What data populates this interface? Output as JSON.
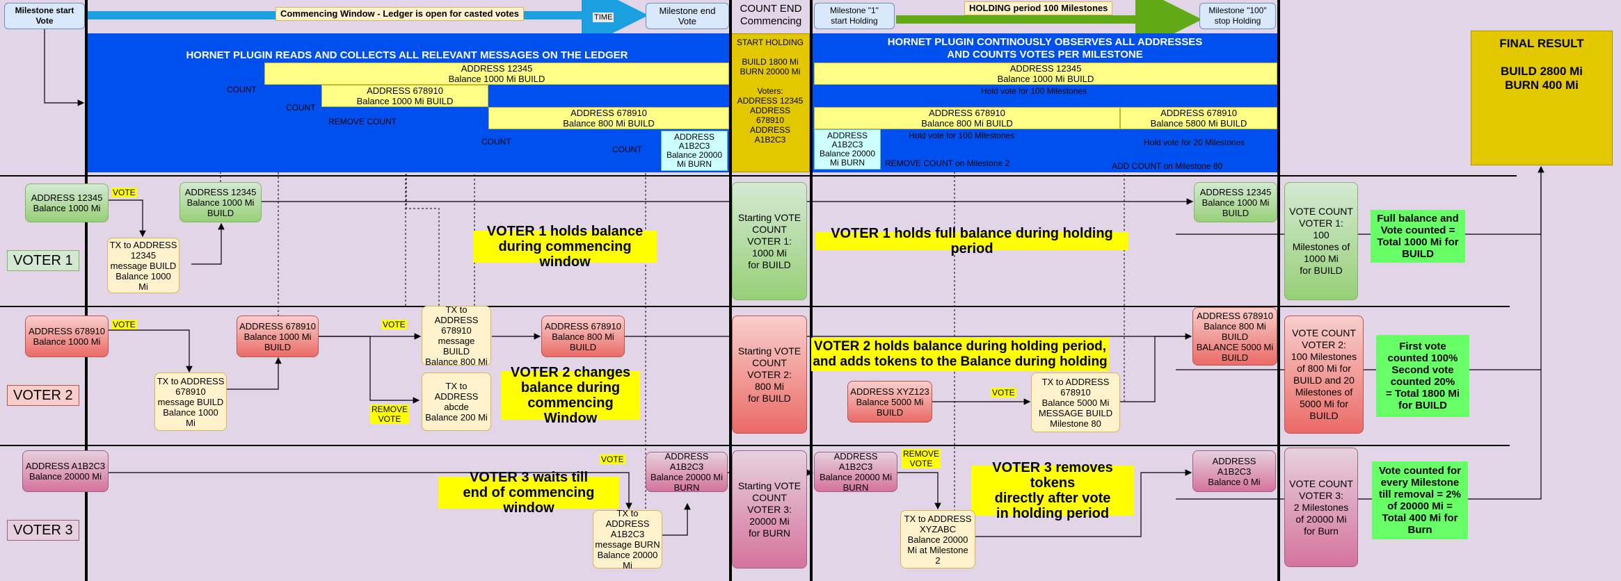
{
  "header": {
    "milestone_start": "Milestone start\nVote",
    "commencing_window": "Commencing Window - Ledger is open for casted votes",
    "time": "TIME",
    "milestone_end": "Milestone end\nVote",
    "count_end": "COUNT END\nCommencing",
    "milestone_1": "Milestone \"1\"\nstart Holding",
    "holding_period": "HOLDING period 100 Milestones",
    "milestone_100": "Milestone \"100\"\nstop Holding"
  },
  "ledger": {
    "title_left": "HORNET PLUGIN READS AND COLLECTS ALL RELEVANT MESSAGES ON THE LEDGER",
    "title_right": "HORNET PLUGIN CONTINOUSLY OBSERVES ALL ADDRESSES\nAND COUNTS VOTES PER MILESTONE",
    "start_holding": "START HOLDING\n\nBUILD 1800 Mi\nBURN 20000 Mi\n\nVoters:\nADDRESS 12345\nADDRESS\n678910\nADDRESS\nA1B2C3",
    "addr_12345": "ADDRESS 12345\nBalance 1000 Mi BUILD",
    "addr_678910_a": "ADDRESS 678910\nBalance 1000 Mi BUILD",
    "addr_678910_b": "ADDRESS 678910\nBalance 800 Mi BUILD",
    "addr_a1b2c3": "ADDRESS\nA1B2C3\nBalance 20000\nMi BURN",
    "count1": "COUNT",
    "count2": "COUNT",
    "remove_count": "REMOVE COUNT",
    "count3": "COUNT",
    "count4": "COUNT",
    "r_addr_12345": "ADDRESS 12345\nBalance 1000 Mi BUILD",
    "hold_100_a": "Hold vote for 100 Milestones",
    "r_addr_678910_a": "ADDRESS 678910\nBalance 800 Mi BUILD",
    "r_addr_678910_b": "ADDRESS 678910\nBalance 5800 Mi BUILD",
    "hold_100_b": "Hold vote for 100 Milestones",
    "hold_20": "Hold vote for 20 Milestones",
    "r_addr_a1b2c3": "ADDRESS\nA1B2C3\nBalance 20000\nMi BURN",
    "remove_count_m2": "REMOVE COUNT on Milestone 2",
    "add_count_m80": "ADD COUNT on Milestone 80"
  },
  "final": {
    "text": "FINAL RESULT\n\nBUILD 2800 Mi\nBURN 400 Mi"
  },
  "voter1": {
    "label": "VOTER 1",
    "addr": "ADDRESS 12345\nBalance 1000 Mi",
    "vote_tag": "VOTE",
    "tx": "TX to ADDRESS\n12345\nmessage BUILD\nBalance 1000\nMi",
    "addr2": "ADDRESS 12345\nBalance 1000 Mi\nBUILD",
    "note": "VOTER 1 holds balance\nduring commencing window",
    "start_count": "Starting VOTE\nCOUNT\nVOTER 1:\n1000 Mi\nfor BUILD",
    "holding_note": "VOTER 1 holds full balance during holding period",
    "addr_end": "ADDRESS 12345\nBalance 1000 Mi\nBUILD",
    "vote_count": "VOTE COUNT\nVOTER 1:\n100\nMilestones of\n1000 Mi\nfor BUILD",
    "result": "Full balance and\nVote counted =\nTotal 1000 Mi for\nBUILD"
  },
  "voter2": {
    "label": "VOTER 2",
    "addr": "ADDRESS 678910\nBalance 1000 Mi",
    "vote_tag": "VOTE",
    "tx": "TX to ADDRESS\n678910\nmessage BUILD\nBalance 1000\nMi",
    "addr2": "ADDRESS 678910\nBalance 1000 Mi\nBUILD",
    "vote_tag2": "VOTE",
    "remove_tag": "REMOVE\nVOTE",
    "tx2": "TX to ADDRESS\n678910\nmessage BUILD\nBalance 800 Mi",
    "tx3": "TX to ADDRESS\nabcde\nBalance 200 Mi",
    "addr3": "ADDRESS 678910\nBalance 800 Mi\nBUILD",
    "note": "VOTER 2 changes\nbalance during\ncommencing Window",
    "start_count": "Starting VOTE\nCOUNT\nVOTER 2:\n800 Mi\nfor BUILD",
    "holding_note": "VOTER 2 holds balance during holding period,\nand adds tokens to the Balance during holding",
    "xyz": "ADDRESS XYZ123\nBalance 5000 Mi\nBUILD",
    "vote_tag3": "VOTE",
    "tx4": "TX to ADDRESS\n678910\nBalance 5000 Mi\nMESSAGE BUILD\nMilestone 80",
    "addr_end": "ADDRESS 678910\nBalance 800 Mi\nBUILD\nBALANCE 5000 Mi\nBUILD",
    "vote_count": "VOTE COUNT\nVOTER 2:\n100 Milestones\nof 800 Mi for\nBUILD and 20\nMilestones of\n5000 Mi for\nBUILD",
    "result": "First vote\ncounted 100%\nSecond vote\ncounted 20%\n= Total 1800 Mi\nfor BUILD"
  },
  "voter3": {
    "label": "VOTER 3",
    "addr": "ADDRESS A1B2C3\nBalance 20000 Mi",
    "vote_tag": "VOTE",
    "note": "VOTER 3 waits till\nend of commencing window",
    "tx": "TX to ADDRESS\nA1B2C3\nmessage BURN\nBalance 20000\nMi",
    "addr2": "ADDRESS A1B2C3\nBalance 20000 Mi\nBURN",
    "start_count": "Starting VOTE\nCOUNT\nVOTER 3:\n20000 Mi\nfor BURN",
    "addr3": "ADDRESS A1B2C3\nBalance 20000 Mi\nBURN",
    "remove_tag": "REMOVE\nVOTE",
    "holding_note": "VOTER 3 removes tokens\ndirectly after vote\nin holding period",
    "tx2": "TX to ADDRESS\nXYZABC\nBalance 20000\nMi at Milestone\n2",
    "addr_end": "ADDRESS A1B2C3\nBalance 0 Mi",
    "vote_count": "VOTE COUNT\nVOTER 3:\n2 Milestones\nof 20000 Mi\nfor Burn",
    "result": "Vote counted for\nevery Milestone\ntill removal = 2%\nof 20000 Mi =\nTotal 400 Mi for\nBurn"
  }
}
